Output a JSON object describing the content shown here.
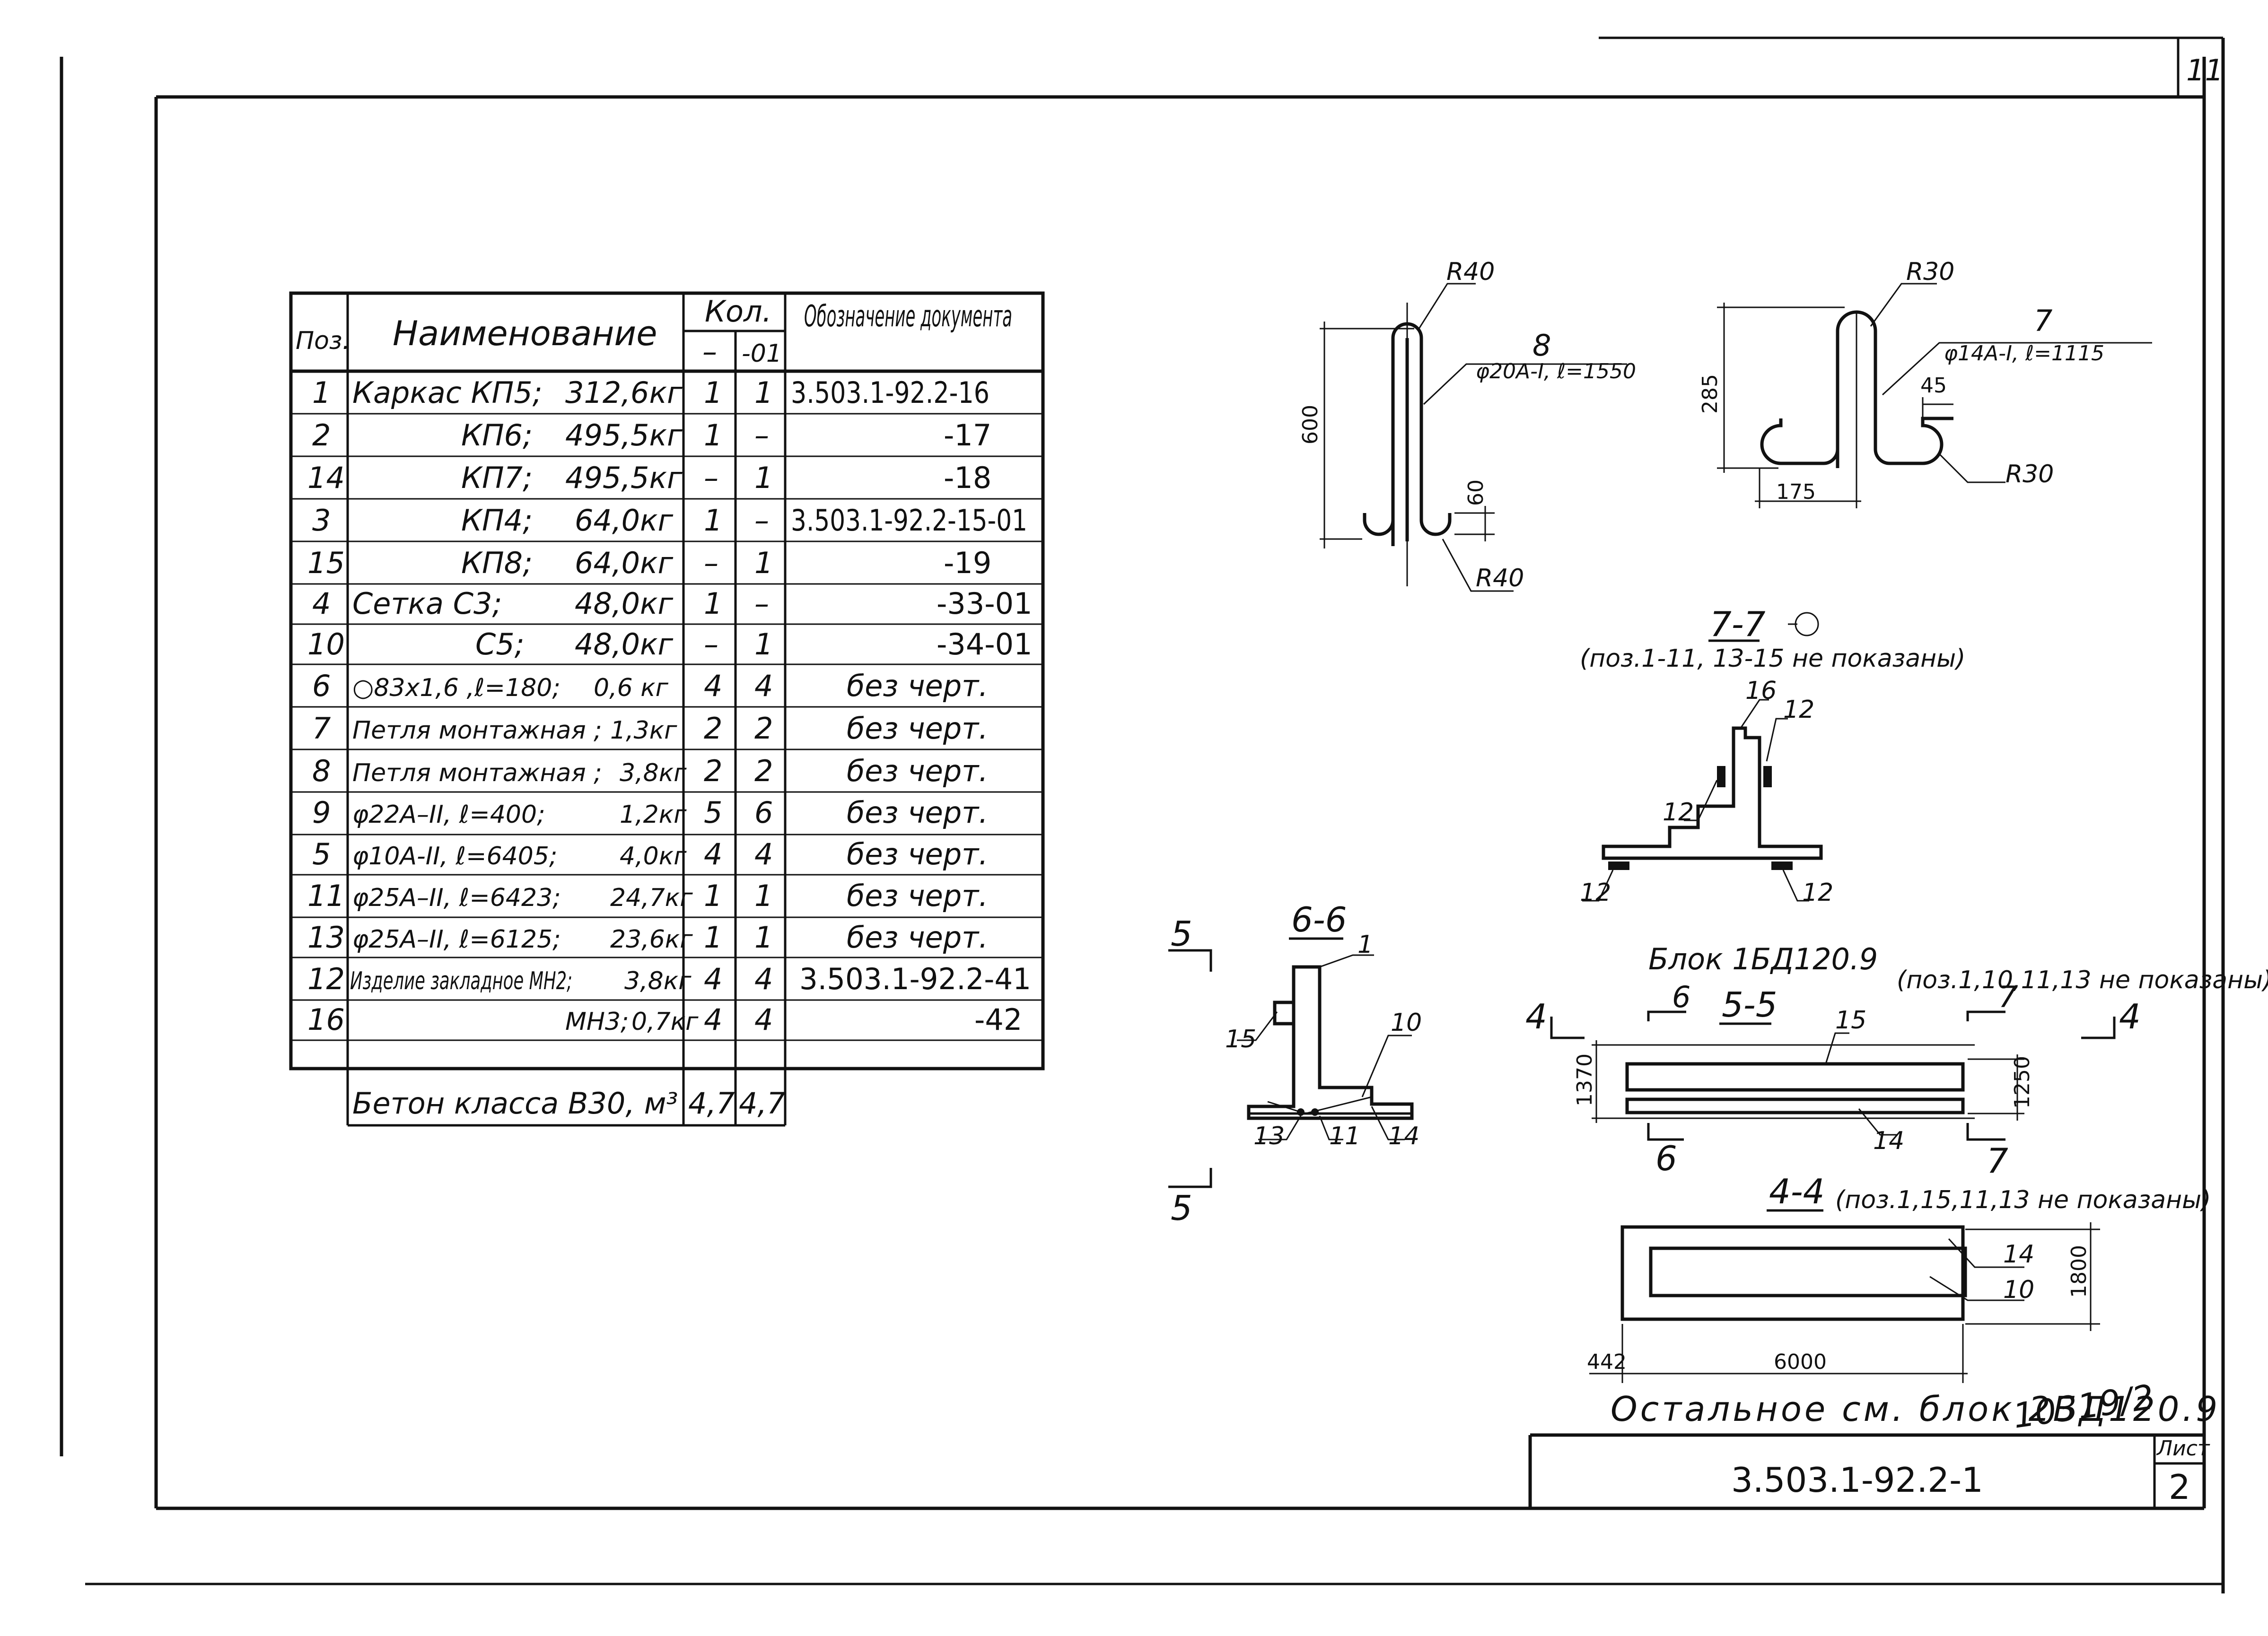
{
  "sheet": {
    "page_corner": "11",
    "document_code": "3.503.1-92.2-1",
    "sheet_label": "Лист",
    "sheet_number": "2",
    "archive_number": "10319/2",
    "footnote": "Остальное см. блок 2БД120.9"
  },
  "table": {
    "headers": {
      "pos": "Поз.",
      "name": "Наименование",
      "qty": "Кол.",
      "qty_a": "–",
      "qty_b": "-01",
      "doc": "Обозначение документа"
    },
    "rows": [
      {
        "pos": "1",
        "name": "Каркас КП5;",
        "mass": "312,6кг",
        "q1": "1",
        "q2": "1",
        "doc": "3.503.1-92.2-16"
      },
      {
        "pos": "2",
        "name": "КП6;",
        "mass": "495,5кг",
        "q1": "1",
        "q2": "–",
        "doc": "-17"
      },
      {
        "pos": "14",
        "name": "КП7;",
        "mass": "495,5кг",
        "q1": "–",
        "q2": "1",
        "doc": "-18"
      },
      {
        "pos": "3",
        "name": "КП4;",
        "mass": "64,0кг",
        "q1": "1",
        "q2": "–",
        "doc": "3.503.1-92.2-15-01"
      },
      {
        "pos": "15",
        "name": "КП8;",
        "mass": "64,0кг",
        "q1": "–",
        "q2": "1",
        "doc": "-19"
      },
      {
        "pos": "4",
        "name": "Сетка С3;",
        "mass": "48,0кг",
        "q1": "1",
        "q2": "–",
        "doc": "-33-01"
      },
      {
        "pos": "10",
        "name": "С5;",
        "mass": "48,0кг",
        "q1": "–",
        "q2": "1",
        "doc": "-34-01"
      },
      {
        "pos": "6",
        "name": "○83х1,6 ,ℓ=180;",
        "mass": "0,6 кг",
        "q1": "4",
        "q2": "4",
        "doc": "без черт."
      },
      {
        "pos": "7",
        "name": "Петля монтажная ;",
        "mass": "1,3кг",
        "q1": "2",
        "q2": "2",
        "doc": "без черт."
      },
      {
        "pos": "8",
        "name": "Петля монтажная ;",
        "mass": "3,8кг",
        "q1": "2",
        "q2": "2",
        "doc": "без черт."
      },
      {
        "pos": "9",
        "name": "φ22А–II, ℓ=400;",
        "mass": "1,2кг",
        "q1": "5",
        "q2": "6",
        "doc": "без черт."
      },
      {
        "pos": "5",
        "name": "φ10А-II, ℓ=6405;",
        "mass": "4,0кг",
        "q1": "4",
        "q2": "4",
        "doc": "без черт."
      },
      {
        "pos": "11",
        "name": "φ25А–II, ℓ=6423;",
        "mass": "24,7кг",
        "q1": "1",
        "q2": "1",
        "doc": "без черт."
      },
      {
        "pos": "13",
        "name": "φ25А–II, ℓ=6125;",
        "mass": "23,6кг",
        "q1": "1",
        "q2": "1",
        "doc": "без черт."
      },
      {
        "pos": "12",
        "name": "Изделие закладное МН2;",
        "mass": "3,8кг",
        "q1": "4",
        "q2": "4",
        "doc": "3.503.1-92.2-41"
      },
      {
        "pos": "16",
        "name": "МН3;",
        "mass": "0,7кг",
        "q1": "4",
        "q2": "4",
        "doc": "-42"
      },
      {
        "pos": "",
        "name": "",
        "mass": "",
        "q1": "",
        "q2": "",
        "doc": ""
      }
    ],
    "concrete": {
      "name": "Бетон класса В30, м³",
      "q1": "4,7",
      "q2": "4,7"
    }
  },
  "loop8": {
    "pos": "8",
    "spec": "φ20А-I, ℓ=1550",
    "r_top": "R40",
    "r_bottom": "R40",
    "dim_height": "600",
    "dim_hook": "60"
  },
  "loop7": {
    "pos": "7",
    "spec": "φ14А-I, ℓ=1115",
    "r_top": "R30",
    "r_right": "R30",
    "dim_height": "285",
    "dim_width": "175",
    "dim_small": "45"
  },
  "section77": {
    "title": "7-7",
    "note": "(поз.1-11, 13-15  не показаны)",
    "labels": [
      "16",
      "12",
      "12",
      "12",
      "12"
    ]
  },
  "section66": {
    "title": "6-6",
    "cut_label": "5",
    "labels": [
      "1",
      "15",
      "10",
      "13",
      "11",
      "14"
    ]
  },
  "section55": {
    "block": "Блок 1БД120.9",
    "title": "5-5",
    "note": "(поз.1,10,11,13 не показаны)",
    "cut4": "4",
    "cut6": "6",
    "cut7": "7",
    "dim_left": "1370",
    "dim_right": "1250",
    "label_15": "15",
    "label_14": "14"
  },
  "section44": {
    "title": "4-4",
    "note": "(поз.1,15,11,13 не показаны)",
    "label_14": "14",
    "label_10": "10",
    "dim_height": "1800",
    "dim_left": "442",
    "dim_width": "6000"
  }
}
